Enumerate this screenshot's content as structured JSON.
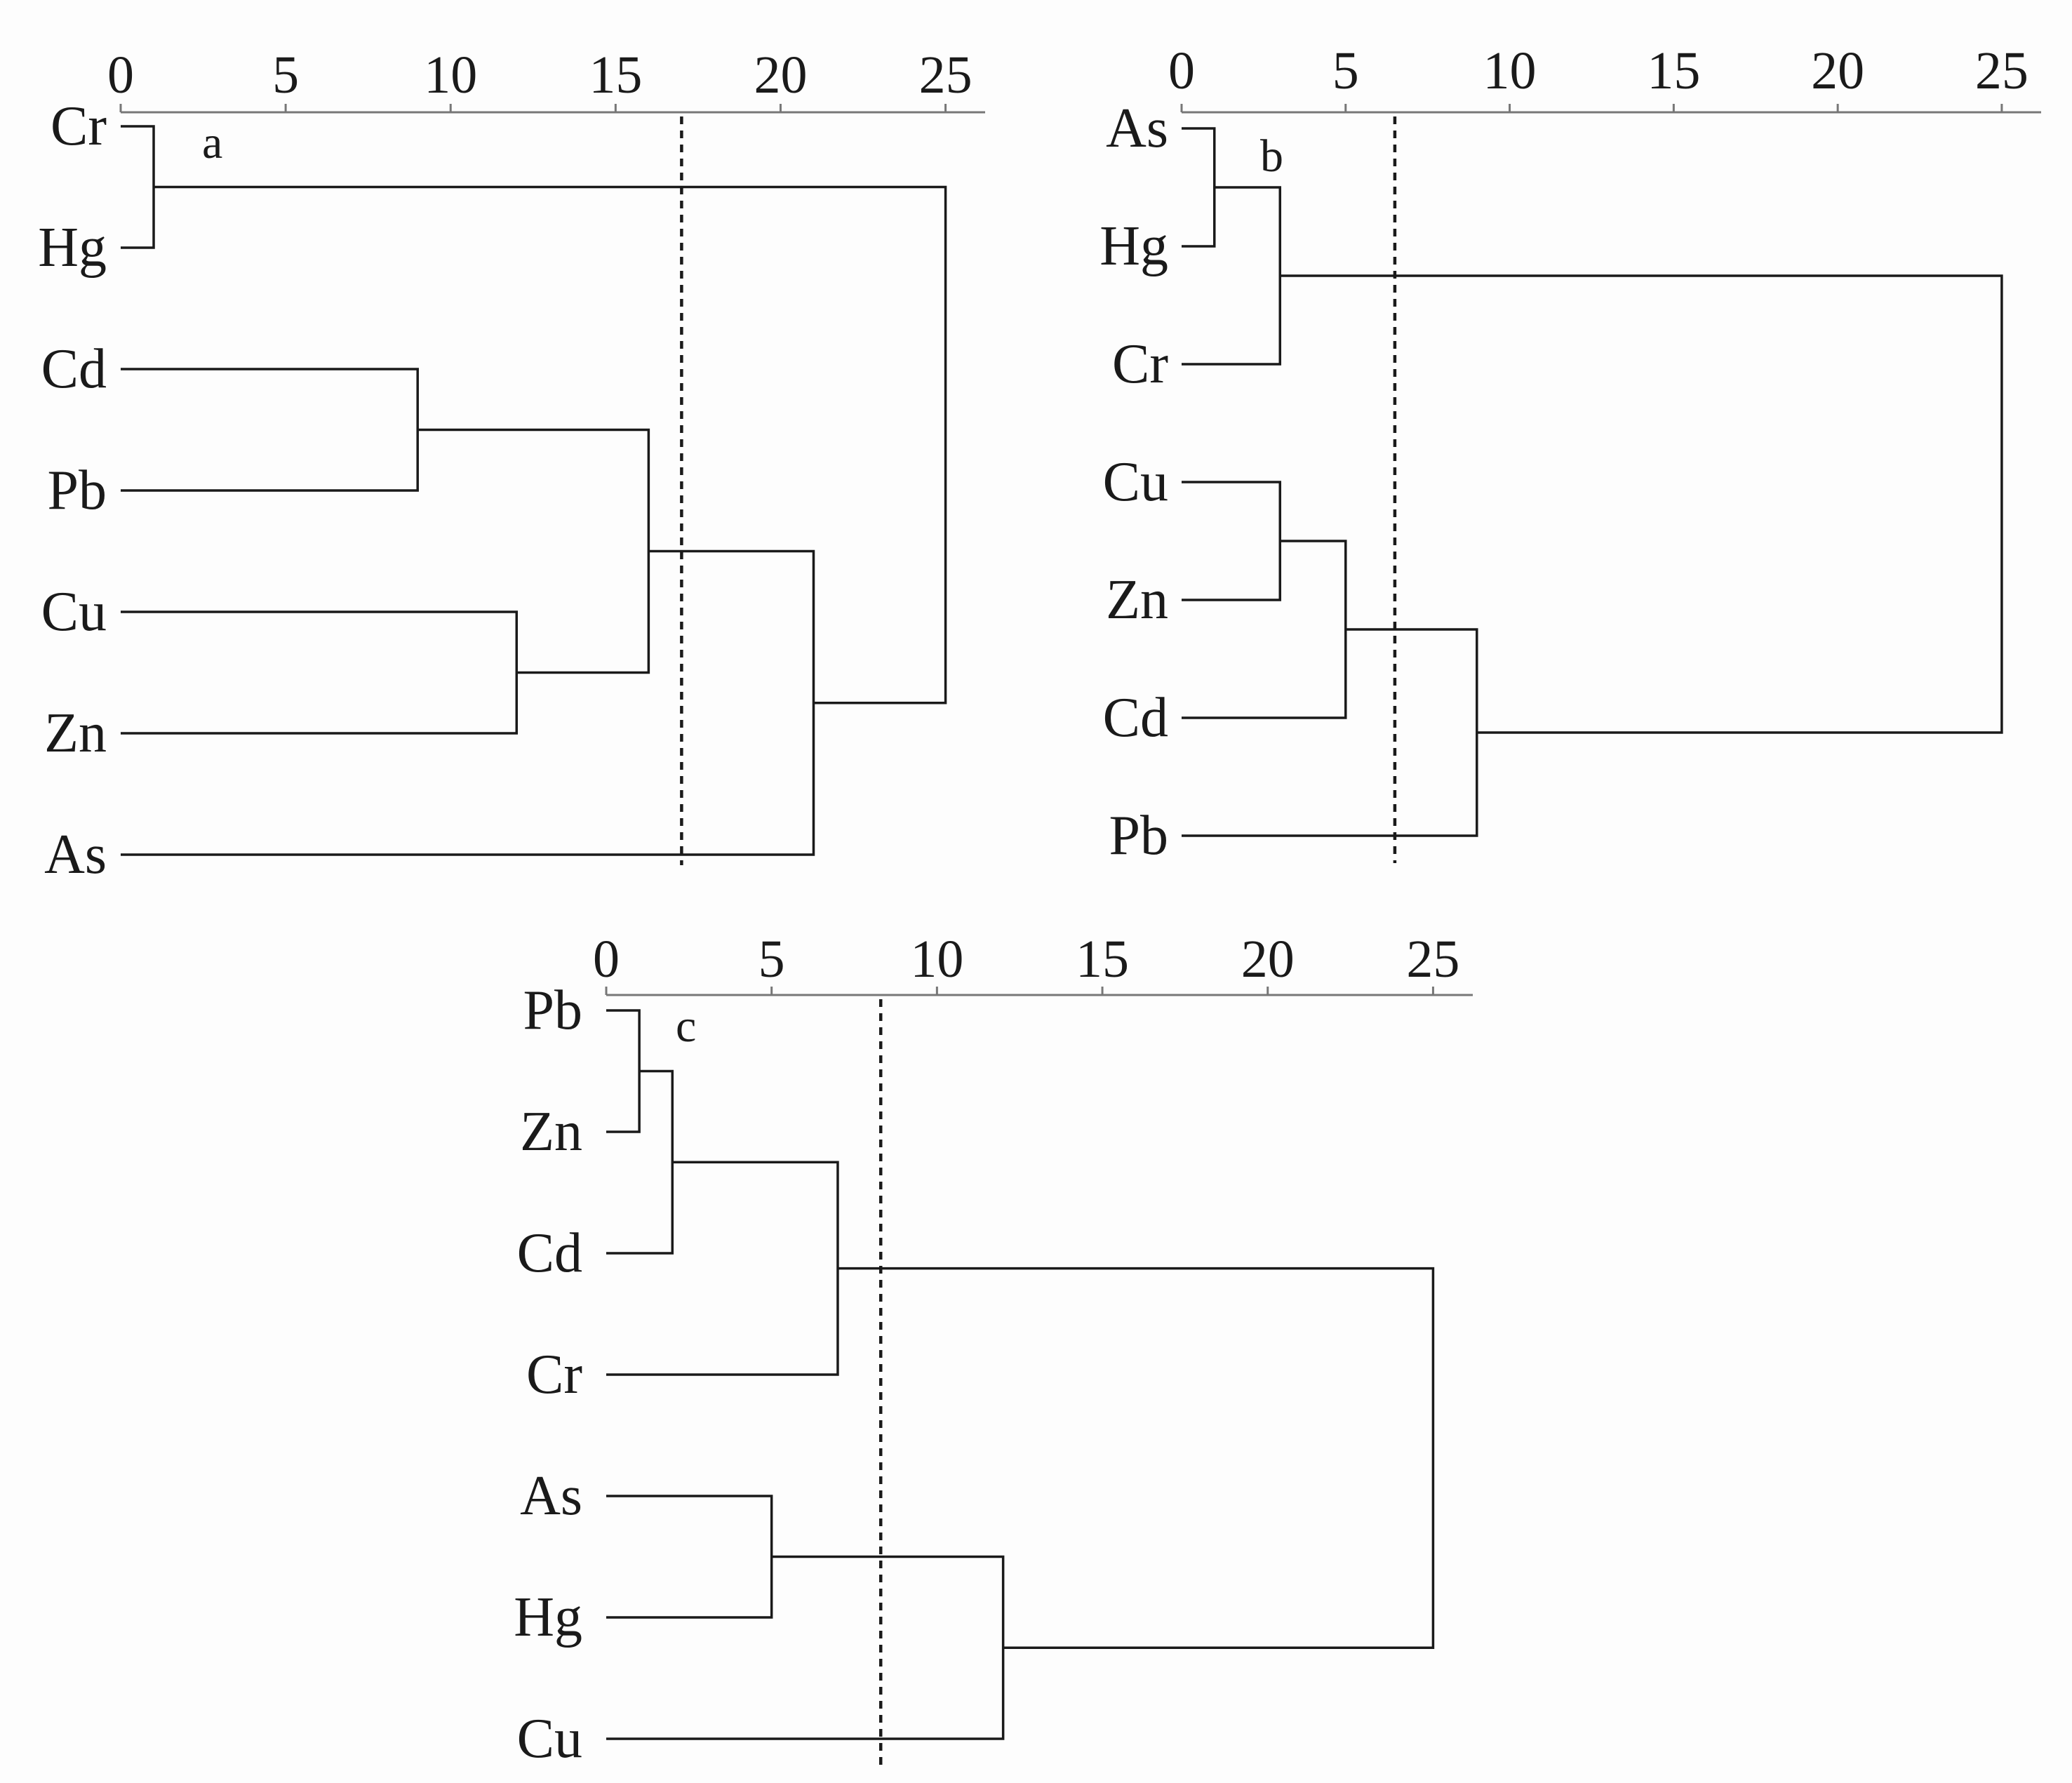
{
  "chart_data": [
    {
      "type": "dendrogram",
      "panel_label": "a",
      "x_ticks": [
        0,
        5,
        10,
        15,
        20,
        25
      ],
      "xlim": [
        0,
        26.2
      ],
      "cut_distance": 17.0,
      "leaves": [
        "Cr",
        "Hg",
        "Cd",
        "Pb",
        "Cu",
        "Zn",
        "As"
      ],
      "merges": [
        {
          "a": "Cr",
          "b": "Hg",
          "height": 1.0
        },
        {
          "a": "Cd",
          "b": "Pb",
          "height": 9.0
        },
        {
          "a": "Cu",
          "b": "Zn",
          "height": 12.0
        },
        {
          "a": 1,
          "b": 2,
          "height": 16.0
        },
        {
          "a": 3,
          "b": "As",
          "height": 21.0
        },
        {
          "a": 0,
          "b": 4,
          "height": 25.0
        }
      ]
    },
    {
      "type": "dendrogram",
      "panel_label": "b",
      "x_ticks": [
        0,
        5,
        10,
        15,
        20,
        25
      ],
      "xlim": [
        0,
        26.2
      ],
      "cut_distance": 6.5,
      "leaves": [
        "As",
        "Hg",
        "Cr",
        "Cu",
        "Zn",
        "Cd",
        "Pb"
      ],
      "merges": [
        {
          "a": "As",
          "b": "Hg",
          "height": 1.0
        },
        {
          "a": 0,
          "b": "Cr",
          "height": 3.0
        },
        {
          "a": "Cu",
          "b": "Zn",
          "height": 3.0
        },
        {
          "a": 2,
          "b": "Cd",
          "height": 5.0
        },
        {
          "a": 3,
          "b": "Pb",
          "height": 9.0
        },
        {
          "a": 1,
          "b": 4,
          "height": 25.0
        }
      ]
    },
    {
      "type": "dendrogram",
      "panel_label": "c",
      "x_ticks": [
        0,
        5,
        10,
        15,
        20,
        25
      ],
      "xlim": [
        0,
        26.2
      ],
      "cut_distance": 8.3,
      "leaves": [
        "Pb",
        "Zn",
        "Cd",
        "Cr",
        "As",
        "Hg",
        "Cu"
      ],
      "merges": [
        {
          "a": "Pb",
          "b": "Zn",
          "height": 1.0
        },
        {
          "a": 0,
          "b": "Cd",
          "height": 2.0
        },
        {
          "a": 1,
          "b": "Cr",
          "height": 7.0
        },
        {
          "a": "As",
          "b": "Hg",
          "height": 5.0
        },
        {
          "a": 3,
          "b": "Cu",
          "height": 12.0
        },
        {
          "a": 2,
          "b": 4,
          "height": 25.0
        }
      ]
    }
  ]
}
